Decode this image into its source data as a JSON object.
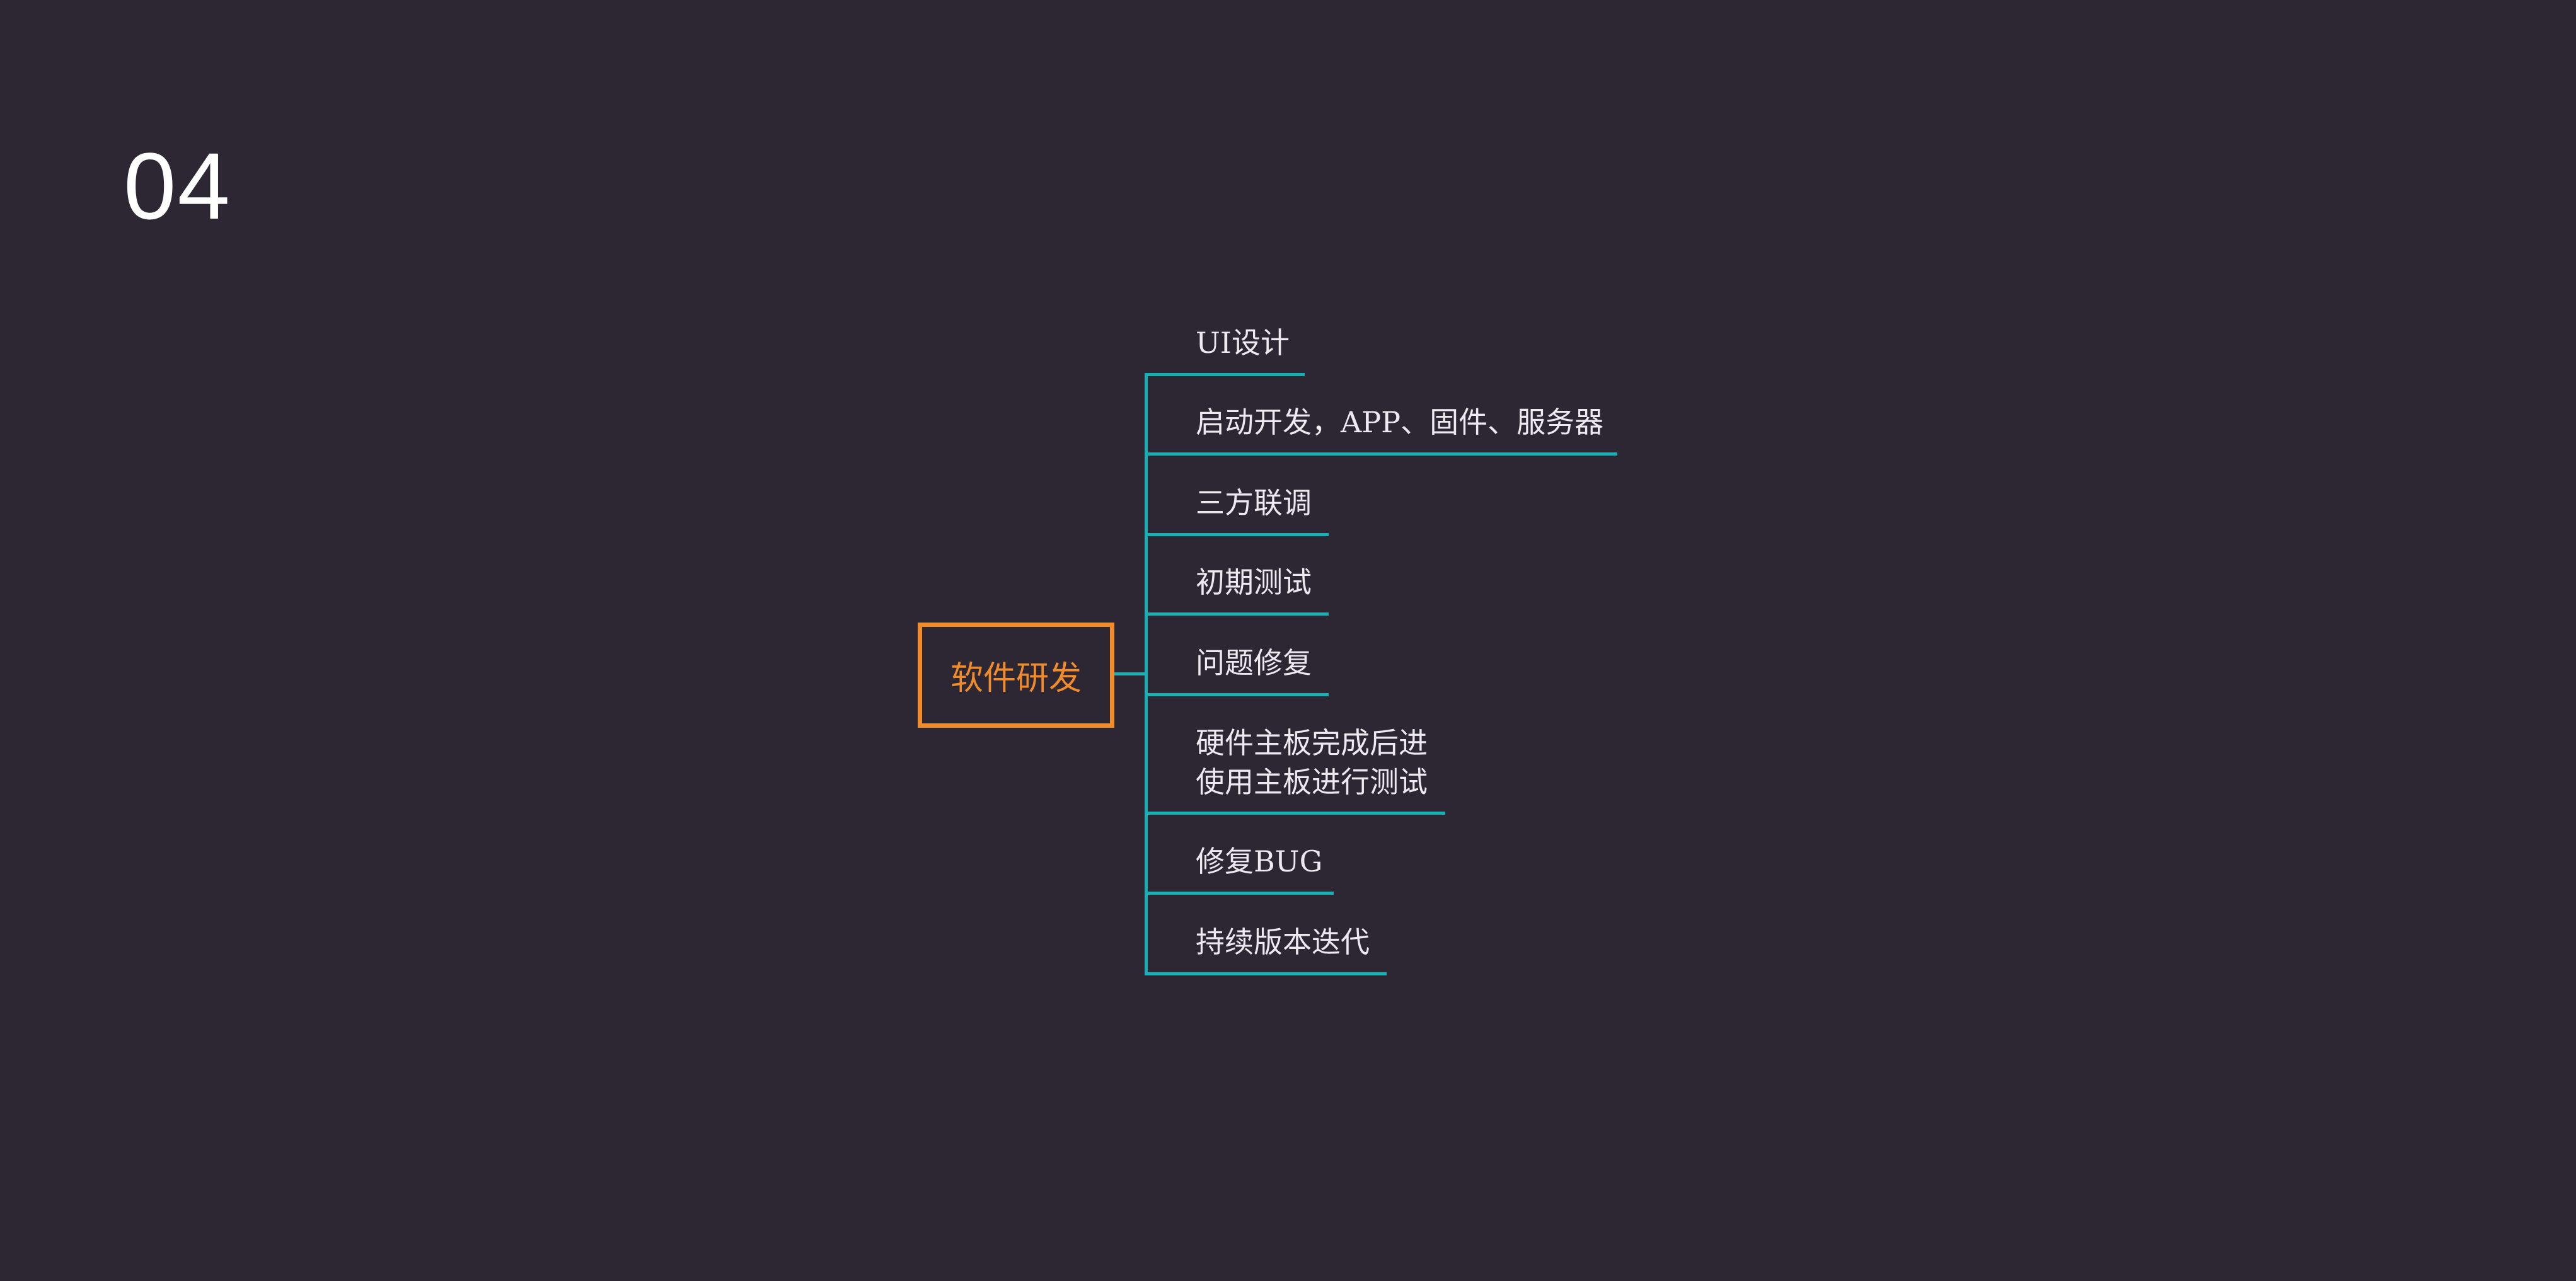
{
  "slide": {
    "number": "04"
  },
  "mindmap": {
    "root": "软件研发",
    "branches": [
      {
        "label": "UI设计"
      },
      {
        "label": "启动开发，APP、固件、服务器"
      },
      {
        "label": "三方联调"
      },
      {
        "label": "初期测试"
      },
      {
        "label": "问题修复"
      },
      {
        "label": "硬件主板完成后进",
        "label_line2": "使用主板进行测试"
      },
      {
        "label": "修复BUG"
      },
      {
        "label": "持续版本迭代"
      }
    ]
  },
  "colors": {
    "background": "#2d2633",
    "root_accent": "#f08c2c",
    "connector": "#19b0b5",
    "text": "#eceaf0"
  }
}
